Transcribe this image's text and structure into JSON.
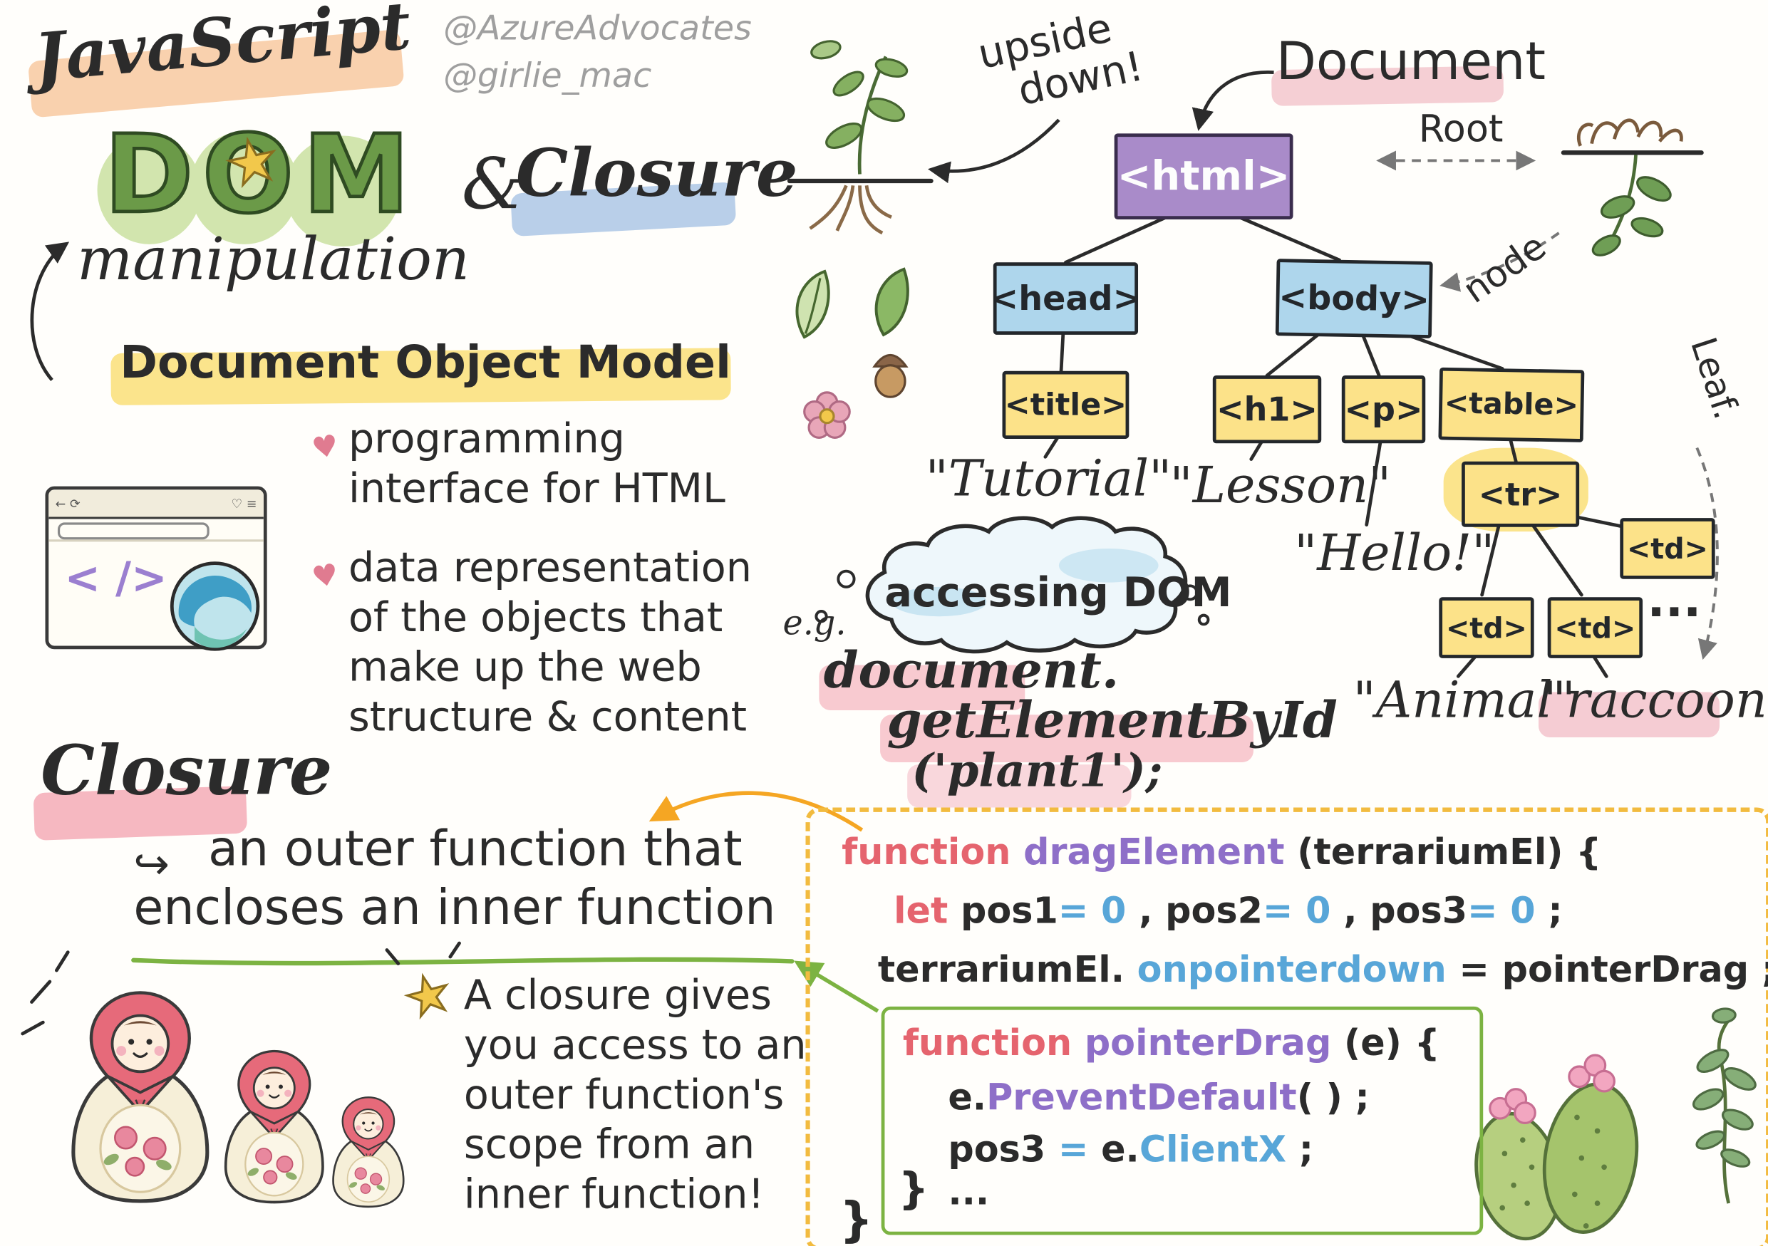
{
  "palette": {
    "ink": "#2b2b2b",
    "code_red": "#e5646e",
    "code_purple": "#8e6fc8",
    "code_blue": "#58a6d8",
    "green": "#7cb342",
    "yellow_highlight": "#fbe48c",
    "pink_highlight": "#f6b8c1",
    "orange_highlight": "#f8c9a0",
    "blue_highlight": "#b9cfe9",
    "box_purple": "#a98bc9",
    "box_blue": "#aed6ec",
    "box_yellow": "#fce289",
    "dashed_border_orange": "#f2bb3f"
  },
  "credits": {
    "handle1": "@AzureAdvocates",
    "handle2": "@girlie_mac"
  },
  "title": {
    "javascript": "JavaScript",
    "dom": "DOM",
    "star": "★",
    "amp": "&",
    "closure": "Closure",
    "manipulation": "manipulation"
  },
  "dom_model": {
    "heading": "Document Object Model",
    "heart": "♥",
    "bullet1": [
      "programming",
      "interface for HTML"
    ],
    "bullet2": [
      "data representation",
      "of the objects that",
      "make up the web",
      "structure & content"
    ]
  },
  "browser": {
    "code": "< />",
    "nav": "← ⟳",
    "icons": "♡ ≡"
  },
  "tree": {
    "upside1": "upside",
    "upside2": "down!",
    "document": "Document",
    "root": "Root",
    "node": "node",
    "leaf": "Leaf.",
    "tag_html": "<html>",
    "tag_head": "<head>",
    "tag_body": "<body>",
    "tag_title": "<title>",
    "tag_h1": "<h1>",
    "tag_p": "<p>",
    "tag_table": "<table>",
    "tag_tr": "<tr>",
    "tag_td1": "<td>",
    "tag_td2": "<td>",
    "tag_td3": "<td>",
    "ellipsis": "...",
    "text_title": "\"Tutorial\"",
    "text_h1": "\"Lesson\"",
    "text_p": "\"Hello!\"",
    "text_td2": "\"Animal\"",
    "text_td3": "\"raccoon\""
  },
  "accessing": {
    "eg": "e.g.",
    "cloud": "accessing DOM",
    "line1": "document.",
    "line2": "getElementById",
    "line3": "('plant1');"
  },
  "closure": {
    "heading": "Closure",
    "hook": "↪",
    "def": [
      "an outer function that",
      "encloses an inner function"
    ],
    "star": "★",
    "note": [
      "A closure gives",
      "you access to an",
      "outer function's",
      "scope from an",
      "inner function!"
    ]
  },
  "code": {
    "l1": [
      {
        "t": "function ",
        "c": "red"
      },
      {
        "t": "dragElement ",
        "c": "purple"
      },
      {
        "t": "(terrariumEl) {",
        "c": "ink"
      }
    ],
    "l2": [
      {
        "t": "let ",
        "c": "red"
      },
      {
        "t": "pos1",
        "c": "ink"
      },
      {
        "t": "= 0",
        "c": "blue"
      },
      {
        "t": " , pos2",
        "c": "ink"
      },
      {
        "t": "= 0",
        "c": "blue"
      },
      {
        "t": " , pos3",
        "c": "ink"
      },
      {
        "t": "= 0",
        "c": "blue"
      },
      {
        "t": " ;",
        "c": "ink"
      }
    ],
    "l3": [
      {
        "t": "terrariumEl. ",
        "c": "ink"
      },
      {
        "t": "onpointerdown",
        "c": "blue"
      },
      {
        "t": " = pointerDrag ;",
        "c": "ink"
      }
    ],
    "l4": [
      {
        "t": "function ",
        "c": "red"
      },
      {
        "t": "pointerDrag ",
        "c": "purple"
      },
      {
        "t": "(e) {",
        "c": "ink"
      }
    ],
    "l5": [
      {
        "t": "e.",
        "c": "ink"
      },
      {
        "t": "PreventDefault",
        "c": "purple"
      },
      {
        "t": "( ) ;",
        "c": "ink"
      }
    ],
    "l6": [
      {
        "t": "pos3 ",
        "c": "ink"
      },
      {
        "t": "= ",
        "c": "blue"
      },
      {
        "t": "e.",
        "c": "ink"
      },
      {
        "t": "ClientX",
        "c": "blue"
      },
      {
        "t": " ;",
        "c": "ink"
      }
    ],
    "l7": [
      {
        "t": "...",
        "c": "ink"
      }
    ],
    "inner_close": "}",
    "outer_close": "}"
  }
}
